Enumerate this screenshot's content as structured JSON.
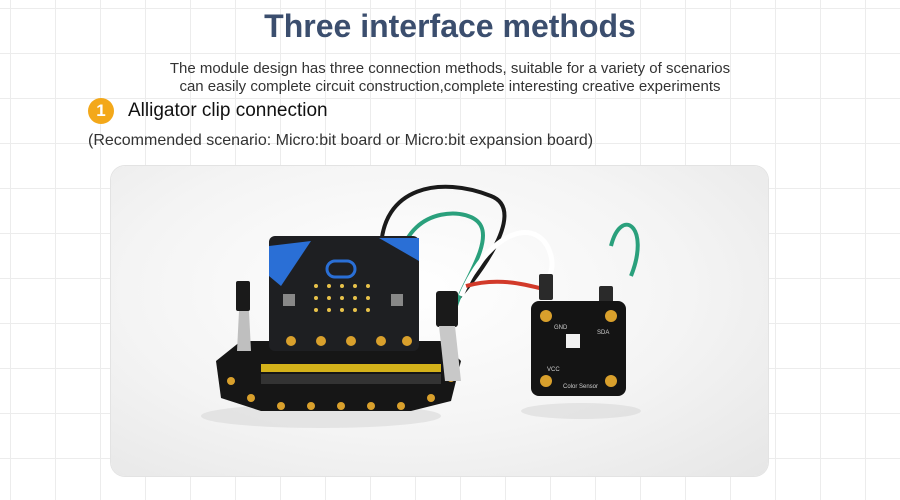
{
  "title": "Three interface methods",
  "description": {
    "line1": "The module design has three connection methods, suitable for a variety of scenarios",
    "line2": "can easily complete circuit construction,complete interesting creative experiments"
  },
  "step": {
    "number": "1",
    "label": "Alligator clip connection",
    "scenario": "(Recommended scenario: Micro:bit board or Micro:bit expansion board)"
  },
  "photo": {
    "sensor_labels": {
      "gnd": "GND",
      "sda": "SDA",
      "vcc": "VCC",
      "model": "Color Sensor"
    }
  },
  "colors": {
    "title": "#3b4e6e",
    "badge": "#f3a81a",
    "board": "#1e1f22",
    "microbit_blue": "#2a6fd6",
    "wire_green": "#2aa07c",
    "wire_red": "#d23a2a",
    "gold": "#d9a02c"
  }
}
